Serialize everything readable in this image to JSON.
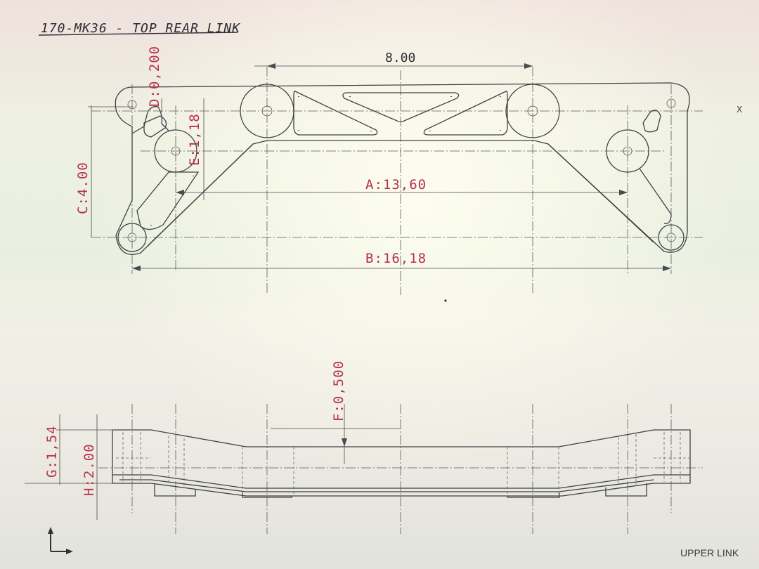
{
  "drawing": {
    "title": "170-MK36 - TOP REAR LINK",
    "view_label": "UPPER LINK",
    "axis_x_label": "X"
  },
  "dimensions": {
    "top_width": "8.00",
    "d": "D:0,200",
    "e": "E:1,18",
    "c": "C:4.00",
    "a": "A:13,60",
    "b": "B:16,18",
    "f": "F:0,500",
    "g": "G:1,54",
    "h": "H:2.00"
  },
  "colors": {
    "ink": "#b8304c",
    "line": "#404045"
  }
}
